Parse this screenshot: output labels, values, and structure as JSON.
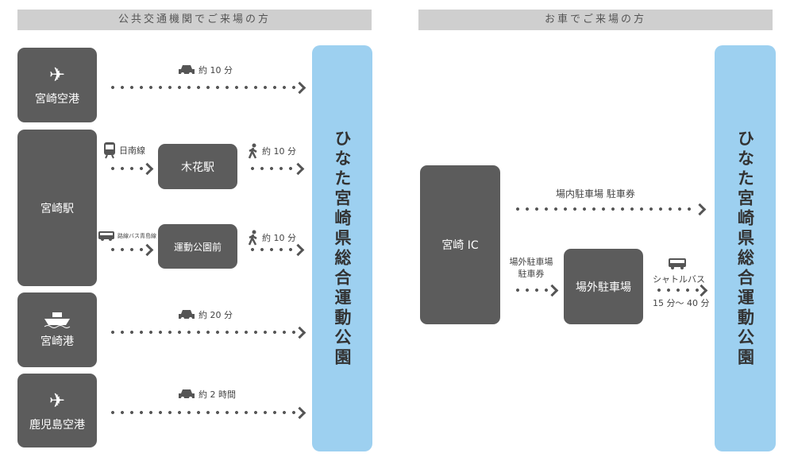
{
  "left": {
    "header": "公共交通機関でご来場の方",
    "origins": [
      "宮崎空港",
      "宮崎駅",
      "宮崎港",
      "鹿児島空港"
    ],
    "routes": {
      "airport": "約 10 分",
      "train_line": "日南線",
      "station1": "木花駅",
      "walk1": "約 10 分",
      "bus_line": "路線バス青島線",
      "station2": "運動公園前",
      "walk2": "約 10 分",
      "port": "約 20 分",
      "kagoshima": "約 2 時間"
    },
    "destination": "ひなた宮崎県総合運動公園"
  },
  "right": {
    "header": "お車でご来場の方",
    "origin": "宮崎 IC",
    "inner_parking": "場内駐車場 駐車券",
    "outer_ticket_1": "場外駐車場",
    "outer_ticket_2": "駐車券",
    "outer_parking": "場外駐車場",
    "shuttle": "シャトルバス",
    "shuttle_time": "15 分〜 40 分",
    "destination": "ひなた宮崎県総合運動公園"
  },
  "colors": {
    "box": "#5c5c5c",
    "destination": "#9dd0f0",
    "header": "#cfcfcf"
  }
}
